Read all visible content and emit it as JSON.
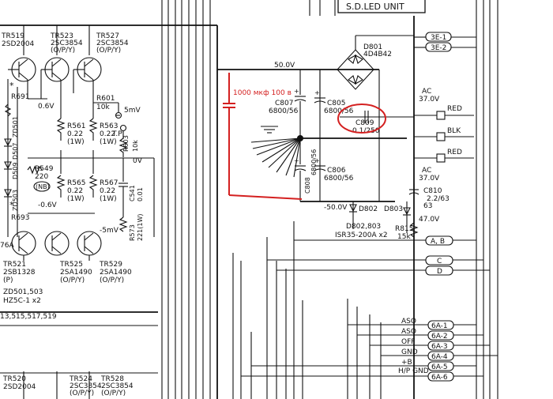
{
  "unit_title": "S.D.LED UNIT",
  "transistors": {
    "tr519": {
      "ref": "TR519",
      "part": "2SD2004"
    },
    "tr523": {
      "ref": "TR523",
      "part": "2SC3854",
      "grade": "(O/P/Y)"
    },
    "tr527": {
      "ref": "TR527",
      "part": "2SC3854",
      "grade": "(O/P/Y)"
    },
    "tr521": {
      "ref": "TR521",
      "part": "2SB1328",
      "grade": "(P)"
    },
    "tr525": {
      "ref": "TR525",
      "part": "2SA1490",
      "grade": "(O/P/Y)"
    },
    "tr529": {
      "ref": "TR529",
      "part": "2SA1490",
      "grade": "(O/P/Y)"
    },
    "tr520": {
      "ref": "TR520",
      "part": "2SD2004"
    },
    "tr524": {
      "ref": "TR524",
      "part": "2SC3854",
      "grade": "(O/P/Y)"
    },
    "tr528": {
      "ref": "TR528",
      "part": "2SC3854",
      "grade": "(O/P/Y)"
    }
  },
  "resistors": {
    "r691": "R691",
    "r693": "R693",
    "r549": {
      "ref": "R549",
      "value": "220",
      "note": "(NB)"
    },
    "r561": {
      "ref": "R561",
      "value": "0.22",
      "power": "(1W)"
    },
    "r563": {
      "ref": "R563",
      "value": "0.22",
      "power": "(1W)"
    },
    "r565": {
      "ref": "R565",
      "value": "0.22",
      "power": "(1W)"
    },
    "r567": {
      "ref": "R567",
      "value": "0.22",
      "power": "(1W)"
    },
    "r601": {
      "ref": "R601",
      "value": "10k"
    },
    "r603": {
      "ref": "R603",
      "value": "10k"
    },
    "r573": {
      "ref": "R573",
      "value": "221(1W)"
    },
    "r815": {
      "ref": "R815",
      "value": "15k"
    }
  },
  "diodes": {
    "zd501": "ZD501",
    "zd503": "ZD503",
    "d507": "D507",
    "d509": "D509",
    "d801": {
      "ref": "D801",
      "part": "4D4B42"
    },
    "d802": "D802",
    "d803": "D803",
    "d802_803": "D802,803",
    "isr": "ISR35-200A x2",
    "zener_note": "ZD501,503",
    "zener_part": "HZ5C-1 x2",
    "partial_note": "13,515,517,519",
    "edge_label": "76A"
  },
  "capacitors": {
    "c807": {
      "ref": "C807",
      "value": "6800/56"
    },
    "c805": {
      "ref": "C805",
      "value": "6800/56"
    },
    "c809": {
      "ref": "C809",
      "value": "0.1/250"
    },
    "c808": {
      "ref": "C808",
      "value": "6800/56"
    },
    "c806": {
      "ref": "C806",
      "value": "6800/56"
    },
    "c810": {
      "ref": "C810",
      "value": "2.2/63"
    },
    "c541": {
      "ref": "C541",
      "value": "0.01"
    }
  },
  "voltages": {
    "v_top": "0.6V",
    "v_mid": "-0.6V",
    "v_zero": "0V",
    "v_5m": "5mV",
    "v_neg5m": "-5mV",
    "v_pos50": "50.0V",
    "v_neg50": "-50.0V",
    "v_47": "47.0V",
    "ac_label": "AC",
    "ac_value": "37.0V",
    "tp": "T.P"
  },
  "wire_colors": {
    "red1": "RED",
    "blk": "BLK",
    "red2": "RED"
  },
  "connectors": {
    "c3e1": "3E-1",
    "c3e2": "3E-2",
    "cab": "A, B",
    "cc": "C",
    "cd": "D",
    "c6a1": "6A-1",
    "c6a2": "6A-2",
    "c6a3": "6A-3",
    "c6a4": "6A-4",
    "c6a5": "6A-5",
    "c6a6": "6A-6"
  },
  "signals": {
    "aso1": "ASO",
    "aso2": "ASO",
    "off": "OFF",
    "gnd": "GND",
    "plusb": "+B",
    "hpgnd": "H/P GND"
  },
  "annotation": {
    "text": "1000 мкф 100 в",
    "color": "#d42020"
  }
}
